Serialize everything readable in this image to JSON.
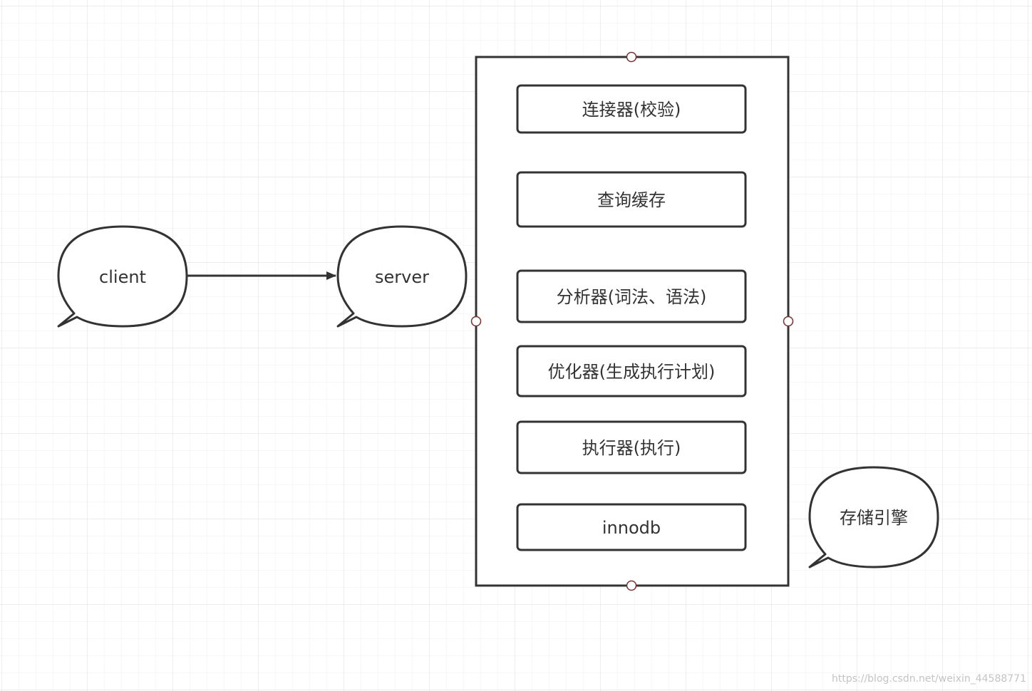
{
  "diagram": {
    "client_label": "client",
    "server_label": "server",
    "storage_engine_label": "存储引擎",
    "components": [
      "连接器(校验)",
      "查询缓存",
      "分析器(词法、语法)",
      "优化器(生成执行计划)",
      "执行器(执行)",
      "innodb"
    ]
  },
  "watermark": "https://blog.csdn.net/weixin_44588771",
  "colors": {
    "stroke": "#333333",
    "grid_minor": "#f0f0f0",
    "grid_major": "#e2e2e2",
    "handle": "#7a2e2e",
    "text": "#333333"
  }
}
